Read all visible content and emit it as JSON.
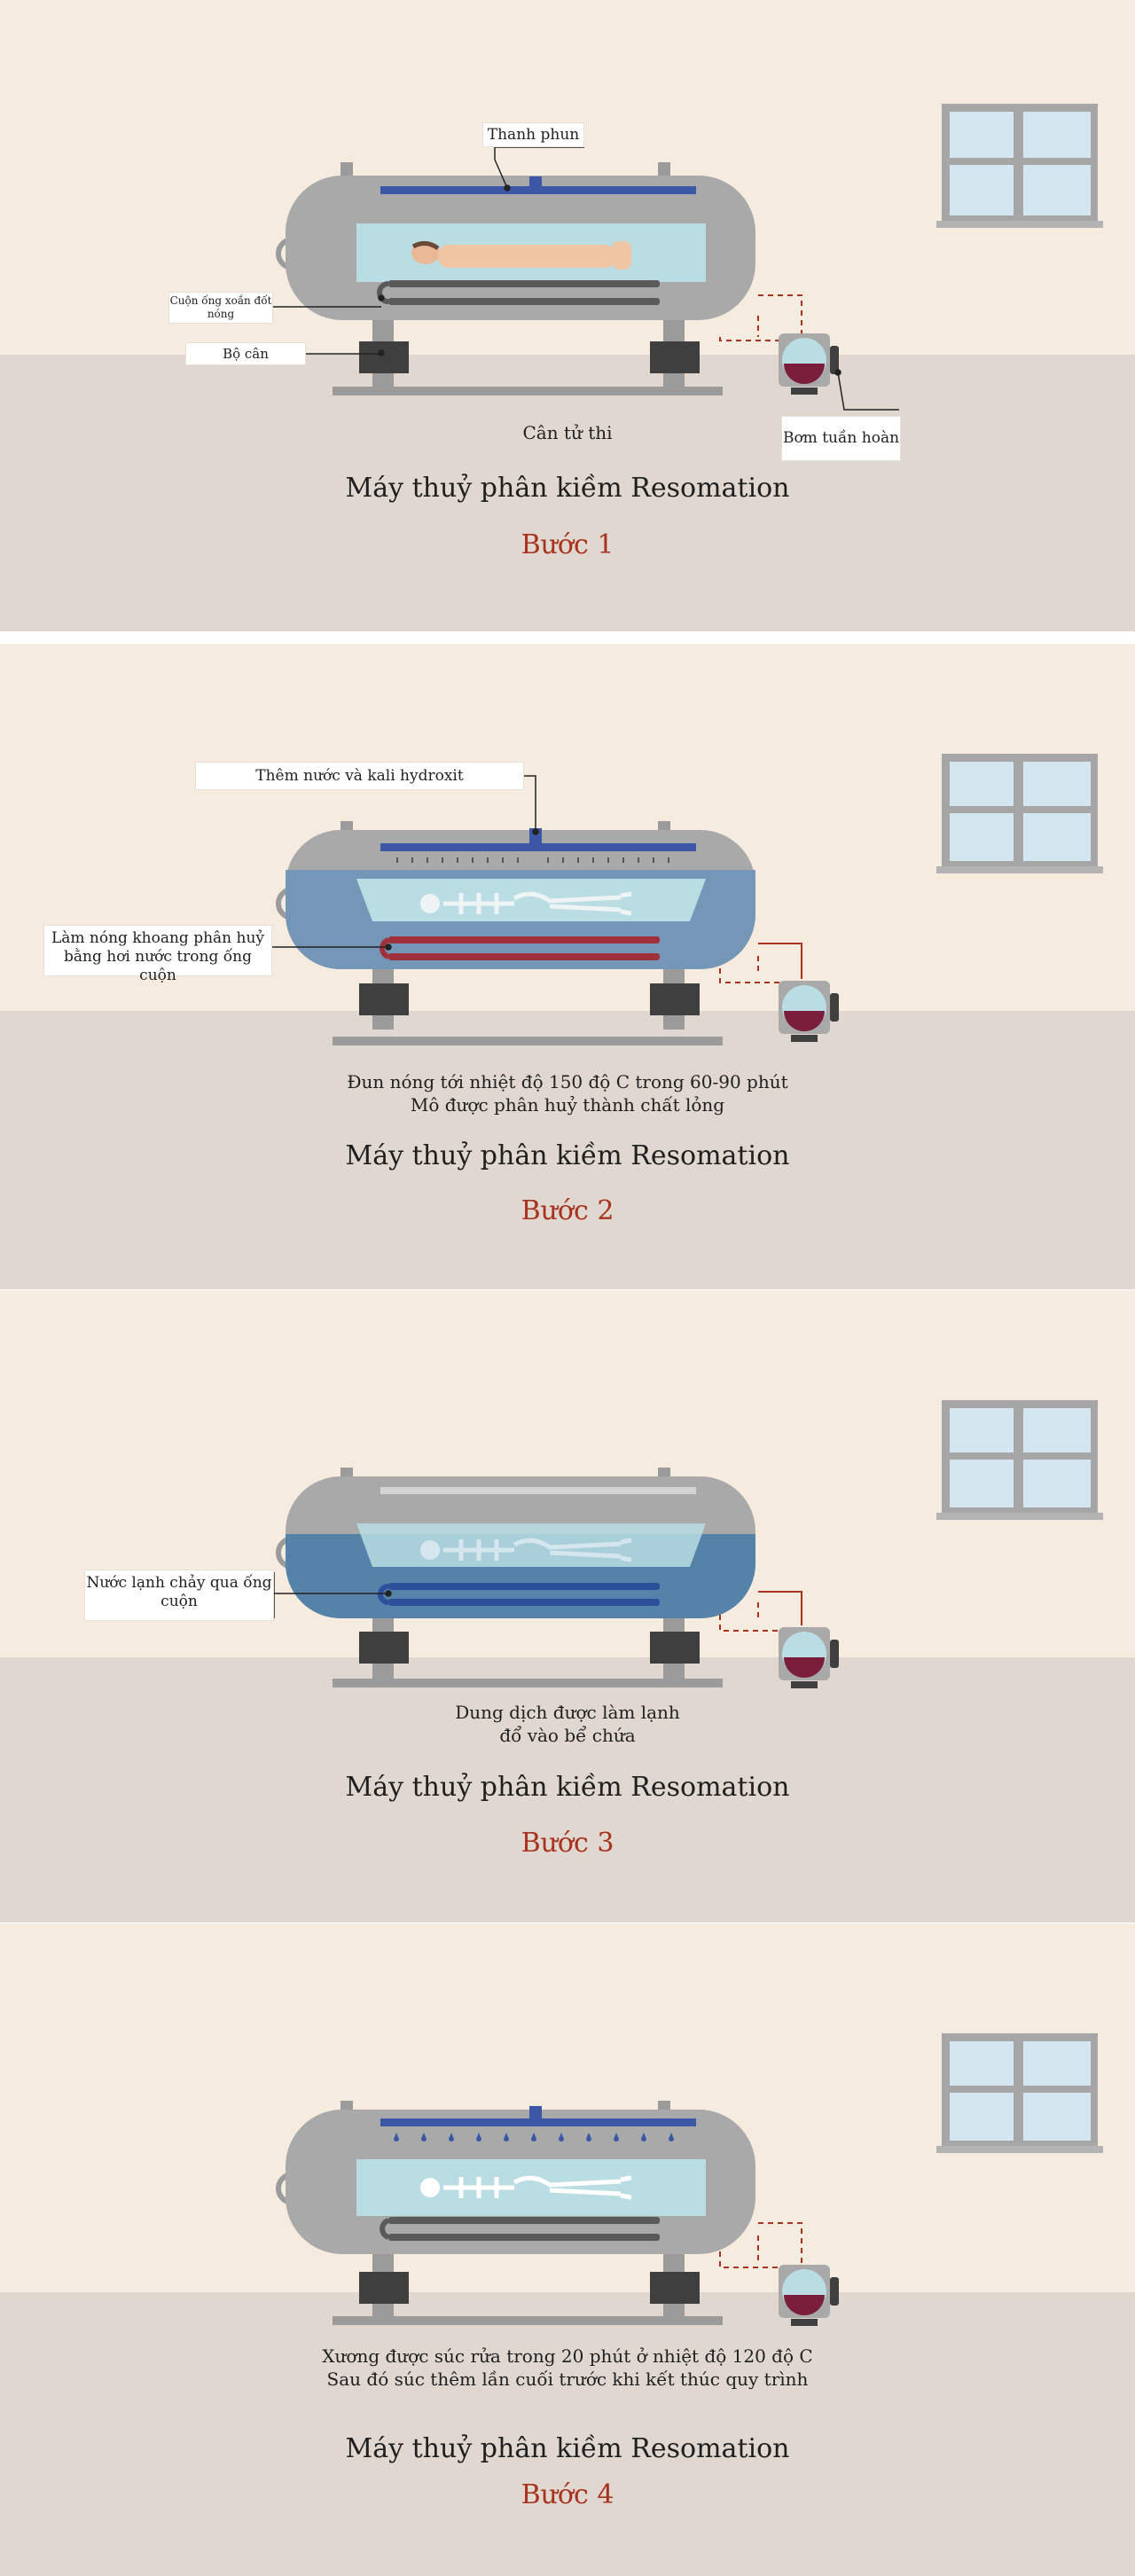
{
  "colors": {
    "wall": "#f6ebdf",
    "floor": "#dfd7d0",
    "machine": "#a9a9a9",
    "accent_red": "#a8321e",
    "spray_bar": "#3b57a5",
    "hot_coil": "#a0303a",
    "cold_fluid": "#4f7fa8"
  },
  "steps": [
    {
      "labels": {
        "spray_bar": "Thanh phun",
        "heat_coil": "Cuộn ống xoắn đốt nóng",
        "scale": "Bộ cân",
        "pump": "Bơm tuần hoàn"
      },
      "caption_lines": [
        "Cân tử thi"
      ],
      "title": "Máy thuỷ phân kiềm Resomation",
      "step_label": "Bước 1"
    },
    {
      "labels": {
        "add_water": "Thêm nước và kali hydroxit",
        "heat_chamber": "Làm nóng khoang phân huỷ bằng hơi nước trong ống cuộn"
      },
      "caption_lines": [
        "Đun nóng tới nhiệt độ 150 độ C trong 60-90 phút",
        "Mô được phân huỷ thành chất lỏng"
      ],
      "title": "Máy thuỷ phân kiềm Resomation",
      "step_label": "Bước 2"
    },
    {
      "labels": {
        "cold_water": "Nước lạnh chảy qua ống cuộn"
      },
      "caption_lines": [
        "Dung dịch được làm lạnh",
        "đổ vào bể chứa"
      ],
      "title": "Máy thuỷ phân kiềm Resomation",
      "step_label": "Bước 3"
    },
    {
      "labels": {},
      "caption_lines": [
        "Xương được súc rửa trong 20 phút ở nhiệt độ 120 độ C",
        "Sau đó súc thêm lần cuối trước khi kết thúc quy trình"
      ],
      "title": "Máy thuỷ phân kiềm Resomation",
      "step_label": "Bước 4"
    }
  ]
}
